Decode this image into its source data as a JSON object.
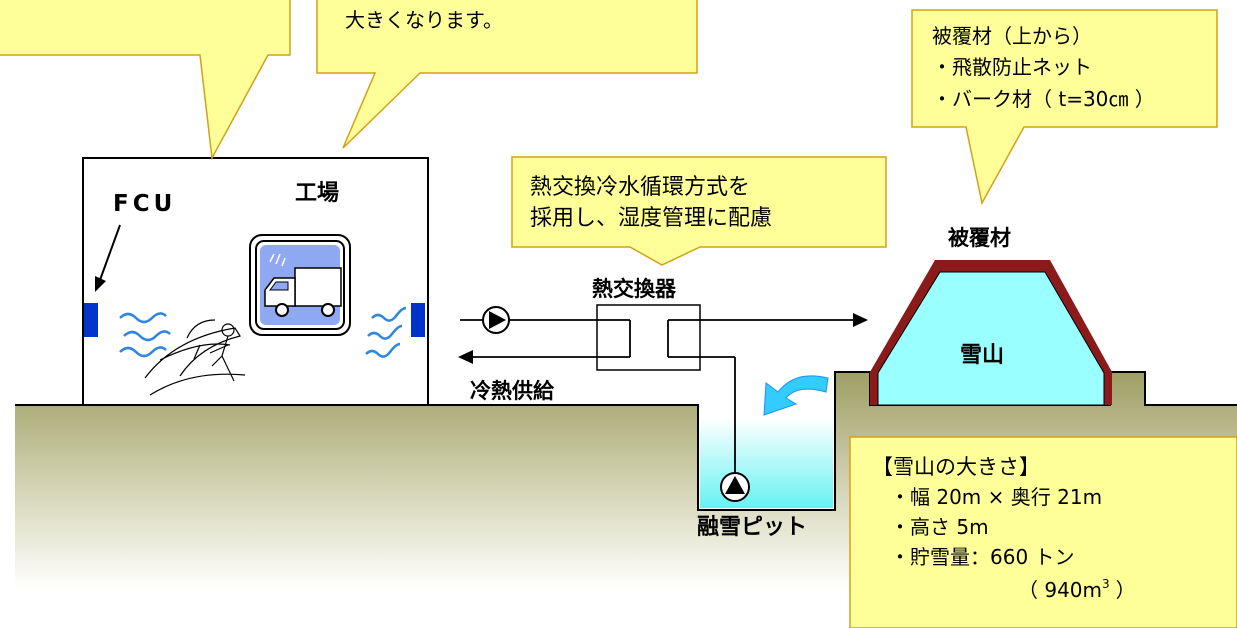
{
  "callouts": {
    "top_center": {
      "line1": "大きくなります。"
    },
    "top_right": {
      "title": "被覆材（上から）",
      "item1": "・飛散防止ネット",
      "item2": "・バーク材（ t=30㎝ ）"
    },
    "middle": {
      "line1": "熱交換冷水循環方式を",
      "line2": "採用し、湿度管理に配慮"
    },
    "bottom_right": {
      "title": "【雪山の大きさ】",
      "item1": "・幅 20m × 奥行 21m",
      "item2": "・高さ 5m",
      "item3": "・貯雪量：660 トン",
      "item4a": "（ 940m",
      "item4_sup": "3",
      "item4b": "）"
    }
  },
  "labels": {
    "fcu": "FCU",
    "factory": "工場",
    "heat_exchanger": "熱交換器",
    "cold_supply": "冷熱供給",
    "covering": "被覆材",
    "snow_mountain": "雪山",
    "melt_pit": "融雪ピット"
  },
  "colors": {
    "callout_fill": "#FFFF99",
    "callout_stroke": "#D4A017",
    "snow_fill": "#99FFFF",
    "cover_brown": "#8B1A1A",
    "fcu_blue": "#0033CC",
    "water_arrow": "#33CCFF",
    "ground_top": "#A8A870"
  }
}
